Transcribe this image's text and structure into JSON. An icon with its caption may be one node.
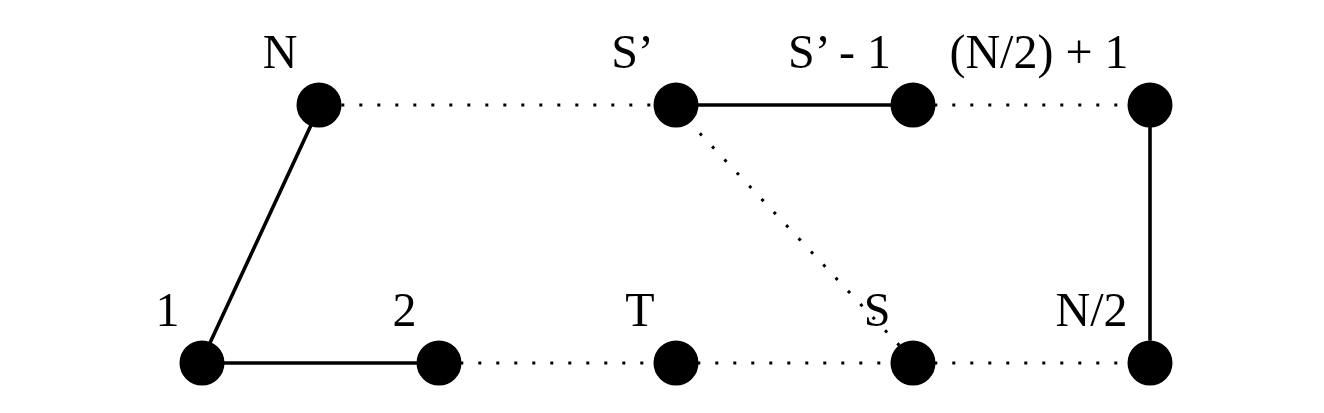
{
  "diagram": {
    "nodes": [
      {
        "text": [],
        "shape": "circle",
        "beside": [
          "N"
        ]
      },
      {
        "text": [],
        "shape": "circle",
        "beside": [
          "S’"
        ]
      },
      {
        "text": [],
        "shape": "circle",
        "beside": [
          "S’ - 1"
        ]
      },
      {
        "text": [],
        "shape": "circle",
        "beside": [
          "(N/2) + 1"
        ]
      },
      {
        "text": [],
        "shape": "circle",
        "beside": [
          "1"
        ]
      },
      {
        "text": [],
        "shape": "circle",
        "beside": [
          "2"
        ]
      },
      {
        "text": [],
        "shape": "circle",
        "beside": [
          "T"
        ]
      },
      {
        "text": [],
        "shape": "circle",
        "beside": [
          "S"
        ]
      },
      {
        "text": [],
        "shape": "circle",
        "beside": [
          "N/2"
        ]
      }
    ],
    "edges": [
      {
        "from": 0,
        "to": 4,
        "arrow": "none"
      },
      {
        "from": 4,
        "to": 5,
        "arrow": "none"
      },
      {
        "from": 5,
        "to": 6,
        "arrow": "none",
        "style": "dashed"
      },
      {
        "from": 6,
        "to": 7,
        "arrow": "none",
        "style": "dashed"
      },
      {
        "from": 7,
        "to": 1,
        "arrow": "none",
        "style": "dashed"
      },
      {
        "from": 0,
        "to": 1,
        "arrow": "none",
        "style": "dashed"
      },
      {
        "from": 1,
        "to": 2,
        "arrow": "none"
      },
      {
        "from": 2,
        "to": 3,
        "arrow": "none",
        "style": "dashed"
      },
      {
        "from": 3,
        "to": 8,
        "arrow": "none"
      },
      {
        "from": 7,
        "to": 8,
        "arrow": "none",
        "style": "dashed"
      }
    ]
  }
}
